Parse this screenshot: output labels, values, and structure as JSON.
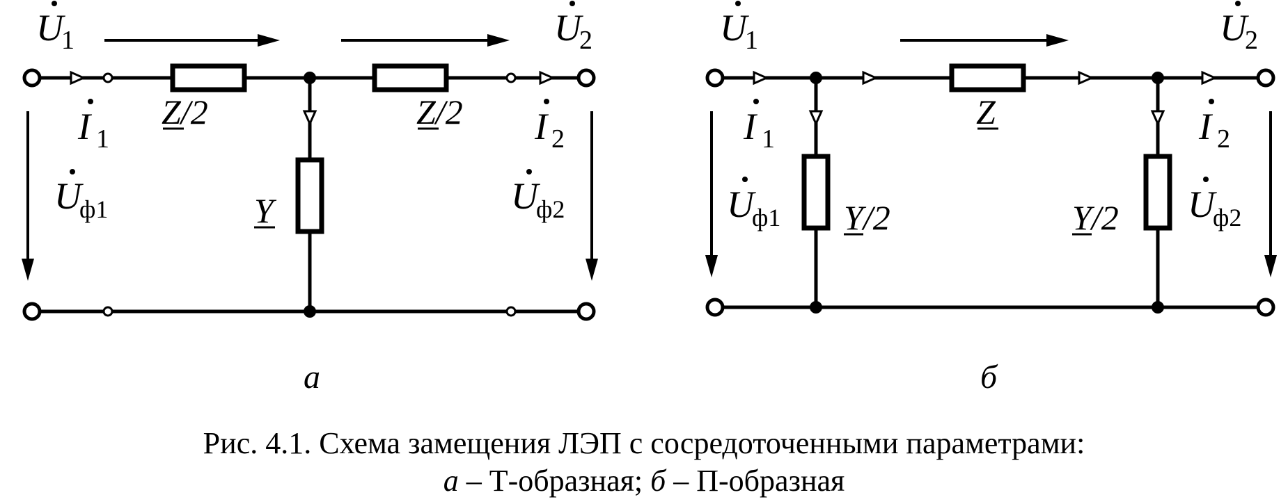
{
  "circuit_a": {
    "u1": "U",
    "u1_sub": "1",
    "u2": "U",
    "u2_sub": "2",
    "i1": "I",
    "i1_sub": "1",
    "i2": "I",
    "i2_sub": "2",
    "z_left": "Z/2",
    "z_right": "Z/2",
    "y": "Y",
    "uf1": "U",
    "uf1_sub": "ф1",
    "uf2": "U",
    "uf2_sub": "ф2",
    "panel_label": "а"
  },
  "circuit_b": {
    "u1": "U",
    "u1_sub": "1",
    "u2": "U",
    "u2_sub": "2",
    "i1": "I",
    "i1_sub": "1",
    "i2": "I",
    "i2_sub": "2",
    "z": "Z",
    "y_left": "Y/2",
    "y_right": "Y/2",
    "uf1": "U",
    "uf1_sub": "ф1",
    "uf2": "U",
    "uf2_sub": "ф2",
    "panel_label": "б"
  },
  "caption": {
    "line1": "Рис. 4.1. Схема замещения ЛЭП с сосредоточенными параметрами:",
    "line2_a": "а",
    "line2_a_text": " – Т-образная; ",
    "line2_b": "б",
    "line2_b_text": " – П-образная"
  }
}
